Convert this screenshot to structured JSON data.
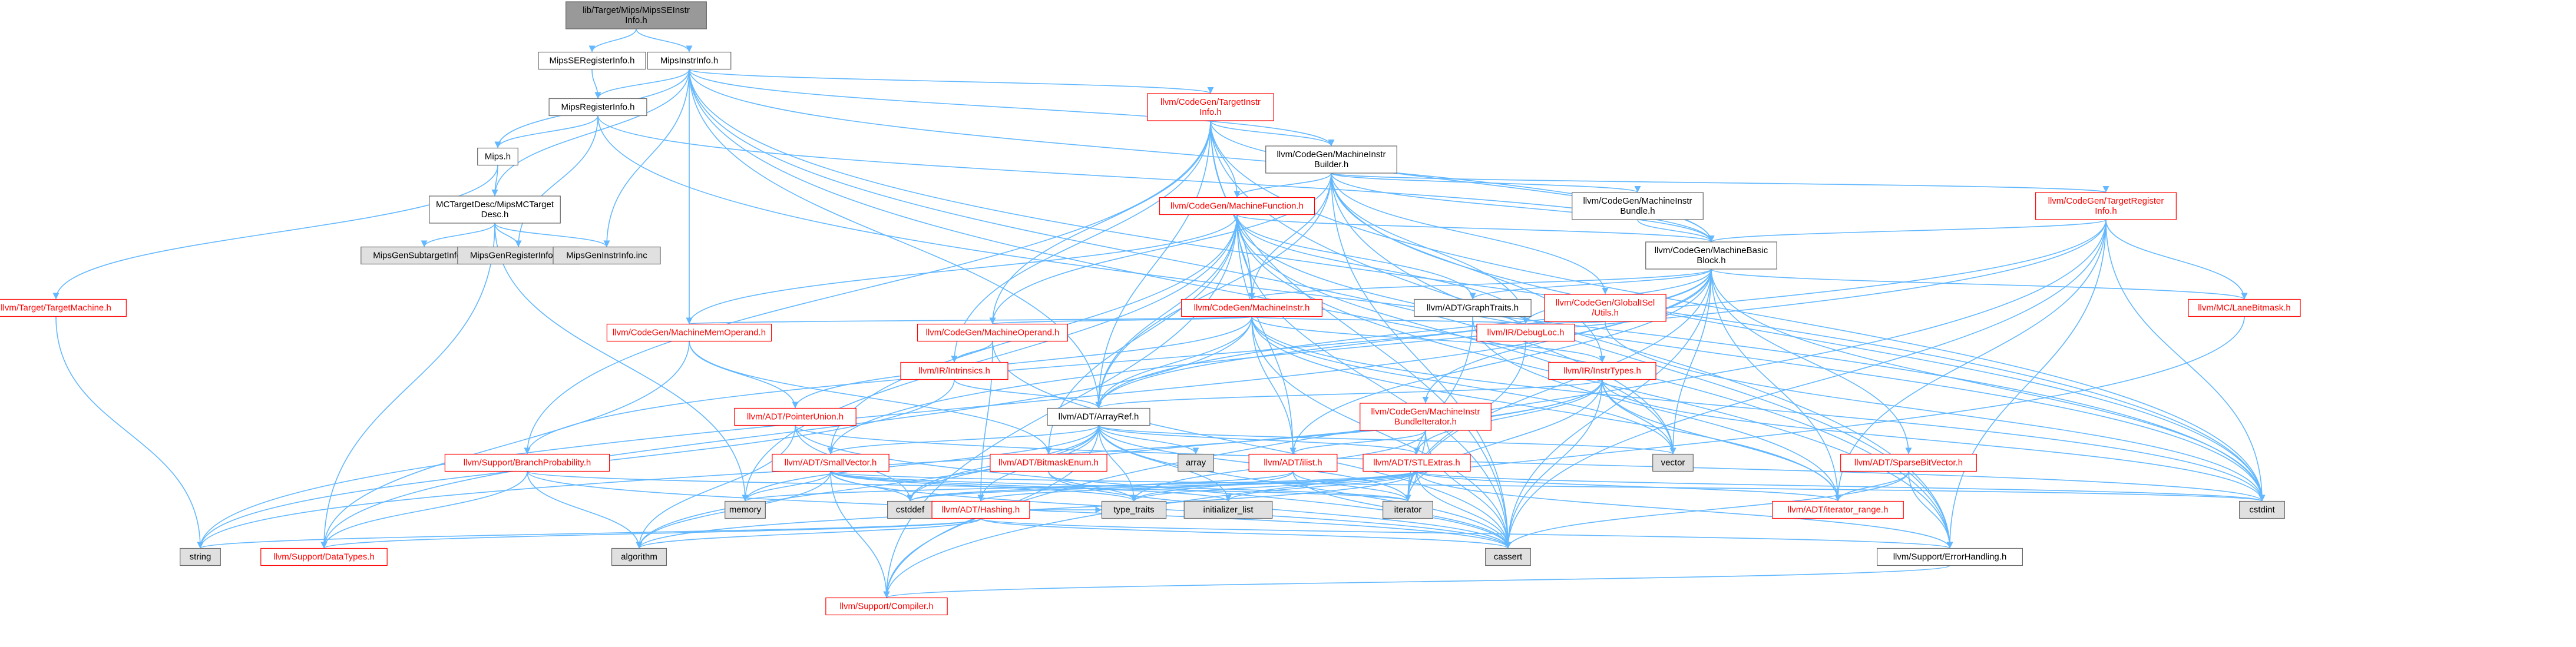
{
  "graph": {
    "colors": {
      "edge": "#63b8ff",
      "node_border_default": "#666666",
      "node_border_red": "#ff0000",
      "node_fill_default": "#ffffff",
      "node_fill_gray": "#e0e0e0",
      "node_fill_root": "#999999",
      "text_default": "#000000",
      "text_red": "#ff0000"
    },
    "nodes": [
      {
        "id": "root",
        "lines": [
          "lib/Target/Mips/MipsSEInstr",
          "Info.h"
        ],
        "style": "root"
      },
      {
        "id": "MipsSERegisterInfo",
        "lines": [
          "MipsSERegisterInfo.h"
        ],
        "style": "default"
      },
      {
        "id": "MipsInstrInfo",
        "lines": [
          "MipsInstrInfo.h"
        ],
        "style": "default"
      },
      {
        "id": "MipsRegisterInfo",
        "lines": [
          "MipsRegisterInfo.h"
        ],
        "style": "default"
      },
      {
        "id": "Mips",
        "lines": [
          "Mips.h"
        ],
        "style": "default"
      },
      {
        "id": "MCTargetDesc",
        "lines": [
          "MCTargetDesc/MipsMCTarget",
          "Desc.h"
        ],
        "style": "default"
      },
      {
        "id": "MipsGenSubtargetInfo",
        "lines": [
          "MipsGenSubtargetInfo.inc"
        ],
        "style": "gray"
      },
      {
        "id": "MipsGenRegisterInfo",
        "lines": [
          "MipsGenRegisterInfo.inc"
        ],
        "style": "gray"
      },
      {
        "id": "MipsGenInstrInfo",
        "lines": [
          "MipsGenInstrInfo.inc"
        ],
        "style": "gray"
      },
      {
        "id": "TargetMachine",
        "lines": [
          "llvm/Target/TargetMachine.h"
        ],
        "style": "red"
      },
      {
        "id": "TargetInstrInfo",
        "lines": [
          "llvm/CodeGen/TargetInstr",
          "Info.h"
        ],
        "style": "red"
      },
      {
        "id": "MachineInstrBuilder",
        "lines": [
          "llvm/CodeGen/MachineInstr",
          "Builder.h"
        ],
        "style": "default"
      },
      {
        "id": "MachineFunction",
        "lines": [
          "llvm/CodeGen/MachineFunction.h"
        ],
        "style": "red"
      },
      {
        "id": "MachineInstrBundle",
        "lines": [
          "llvm/CodeGen/MachineInstr",
          "Bundle.h"
        ],
        "style": "default"
      },
      {
        "id": "TargetRegisterInfo",
        "lines": [
          "llvm/CodeGen/TargetRegister",
          "Info.h"
        ],
        "style": "red"
      },
      {
        "id": "MachineBasicBlock",
        "lines": [
          "llvm/CodeGen/MachineBasic",
          "Block.h"
        ],
        "style": "default"
      },
      {
        "id": "MachineInstr",
        "lines": [
          "llvm/CodeGen/MachineInstr.h"
        ],
        "style": "red"
      },
      {
        "id": "GraphTraits",
        "lines": [
          "llvm/ADT/GraphTraits.h"
        ],
        "style": "default"
      },
      {
        "id": "GlobalISelUtils",
        "lines": [
          "llvm/CodeGen/GlobalISel",
          "/Utils.h"
        ],
        "style": "red"
      },
      {
        "id": "LaneBitmask",
        "lines": [
          "llvm/MC/LaneBitmask.h"
        ],
        "style": "red"
      },
      {
        "id": "MachineMemOperand",
        "lines": [
          "llvm/CodeGen/MachineMemOperand.h"
        ],
        "style": "red"
      },
      {
        "id": "MachineOperand",
        "lines": [
          "llvm/CodeGen/MachineOperand.h"
        ],
        "style": "red"
      },
      {
        "id": "DebugLoc",
        "lines": [
          "llvm/IR/DebugLoc.h"
        ],
        "style": "red"
      },
      {
        "id": "Intrinsics",
        "lines": [
          "llvm/IR/Intrinsics.h"
        ],
        "style": "red"
      },
      {
        "id": "InstrTypes",
        "lines": [
          "llvm/IR/InstrTypes.h"
        ],
        "style": "red"
      },
      {
        "id": "PointerUnion",
        "lines": [
          "llvm/ADT/PointerUnion.h"
        ],
        "style": "red"
      },
      {
        "id": "ArrayRef",
        "lines": [
          "llvm/ADT/ArrayRef.h"
        ],
        "style": "default"
      },
      {
        "id": "BundleIterator",
        "lines": [
          "llvm/CodeGen/MachineInstr",
          "BundleIterator.h"
        ],
        "style": "red"
      },
      {
        "id": "BranchProbability",
        "lines": [
          "llvm/Support/BranchProbability.h"
        ],
        "style": "red"
      },
      {
        "id": "SmallVector",
        "lines": [
          "llvm/ADT/SmallVector.h"
        ],
        "style": "red"
      },
      {
        "id": "BitmaskEnum",
        "lines": [
          "llvm/ADT/BitmaskEnum.h"
        ],
        "style": "red"
      },
      {
        "id": "array",
        "lines": [
          "array"
        ],
        "style": "gray"
      },
      {
        "id": "ilist",
        "lines": [
          "llvm/ADT/ilist.h"
        ],
        "style": "red"
      },
      {
        "id": "STLExtras",
        "lines": [
          "llvm/ADT/STLExtras.h"
        ],
        "style": "red"
      },
      {
        "id": "vector",
        "lines": [
          "vector"
        ],
        "style": "gray"
      },
      {
        "id": "SparseBitVector",
        "lines": [
          "llvm/ADT/SparseBitVector.h"
        ],
        "style": "red"
      },
      {
        "id": "memory",
        "lines": [
          "memory"
        ],
        "style": "gray"
      },
      {
        "id": "cstddef",
        "lines": [
          "cstddef"
        ],
        "style": "gray"
      },
      {
        "id": "type_traits",
        "lines": [
          "type_traits"
        ],
        "style": "gray"
      },
      {
        "id": "initializer_list",
        "lines": [
          "initializer_list"
        ],
        "style": "gray"
      },
      {
        "id": "iterator",
        "lines": [
          "iterator"
        ],
        "style": "gray"
      },
      {
        "id": "Hashing",
        "lines": [
          "llvm/ADT/Hashing.h"
        ],
        "style": "red"
      },
      {
        "id": "iterator_range",
        "lines": [
          "llvm/ADT/iterator_range.h"
        ],
        "style": "red"
      },
      {
        "id": "cstdint",
        "lines": [
          "cstdint"
        ],
        "style": "gray"
      },
      {
        "id": "string",
        "lines": [
          "string"
        ],
        "style": "gray"
      },
      {
        "id": "DataTypes",
        "lines": [
          "llvm/Support/DataTypes.h"
        ],
        "style": "red"
      },
      {
        "id": "algorithm",
        "lines": [
          "algorithm"
        ],
        "style": "gray"
      },
      {
        "id": "cassert",
        "lines": [
          "cassert"
        ],
        "style": "gray"
      },
      {
        "id": "ErrorHandling",
        "lines": [
          "llvm/Support/ErrorHandling.h"
        ],
        "style": "default"
      },
      {
        "id": "Compiler",
        "lines": [
          "llvm/Support/Compiler.h"
        ],
        "style": "red"
      }
    ],
    "edges": [
      [
        "root",
        "MipsSERegisterInfo"
      ],
      [
        "root",
        "MipsInstrInfo"
      ],
      [
        "MipsSERegisterInfo",
        "MipsRegisterInfo"
      ],
      [
        "MipsInstrInfo",
        "MipsRegisterInfo"
      ],
      [
        "MipsInstrInfo",
        "Mips"
      ],
      [
        "MipsInstrInfo",
        "MCTargetDesc"
      ],
      [
        "MipsInstrInfo",
        "MipsGenInstrInfo"
      ],
      [
        "MipsInstrInfo",
        "TargetInstrInfo"
      ],
      [
        "MipsInstrInfo",
        "MachineInstrBuilder"
      ],
      [
        "MipsInstrInfo",
        "MachineBasicBlock"
      ],
      [
        "MipsInstrInfo",
        "MachineMemOperand"
      ],
      [
        "MipsInstrInfo",
        "ArrayRef"
      ],
      [
        "MipsInstrInfo",
        "cstdint"
      ],
      [
        "MipsInstrInfo",
        "ErrorHandling"
      ],
      [
        "MipsInstrInfo",
        "vector"
      ],
      [
        "MipsRegisterInfo",
        "Mips"
      ],
      [
        "MipsRegisterInfo",
        "MipsGenRegisterInfo"
      ],
      [
        "MipsRegisterInfo",
        "MachineBasicBlock"
      ],
      [
        "MipsRegisterInfo",
        "cstdint"
      ],
      [
        "Mips",
        "MCTargetDesc"
      ],
      [
        "Mips",
        "TargetMachine"
      ],
      [
        "MCTargetDesc",
        "MipsGenSubtargetInfo"
      ],
      [
        "MCTargetDesc",
        "MipsGenRegisterInfo"
      ],
      [
        "MCTargetDesc",
        "MipsGenInstrInfo"
      ],
      [
        "MCTargetDesc",
        "DataTypes"
      ],
      [
        "MCTargetDesc",
        "memory"
      ],
      [
        "TargetMachine",
        "string"
      ],
      [
        "TargetInstrInfo",
        "MachineInstrBuilder"
      ],
      [
        "TargetInstrInfo",
        "MachineFunction"
      ],
      [
        "TargetInstrInfo",
        "MachineBasicBlock"
      ],
      [
        "TargetInstrInfo",
        "MachineInstr"
      ],
      [
        "TargetInstrInfo",
        "MachineOperand"
      ],
      [
        "TargetInstrInfo",
        "ArrayRef"
      ],
      [
        "TargetInstrInfo",
        "BranchProbability"
      ],
      [
        "TargetInstrInfo",
        "ErrorHandling"
      ],
      [
        "TargetInstrInfo",
        "cassert"
      ],
      [
        "TargetInstrInfo",
        "cstdint"
      ],
      [
        "TargetInstrInfo",
        "Intrinsics"
      ],
      [
        "MachineInstrBuilder",
        "MachineFunction"
      ],
      [
        "MachineInstrBuilder",
        "MachineInstrBundle"
      ],
      [
        "MachineInstrBuilder",
        "TargetRegisterInfo"
      ],
      [
        "MachineInstrBuilder",
        "MachineBasicBlock"
      ],
      [
        "MachineInstrBuilder",
        "MachineInstr"
      ],
      [
        "MachineInstrBuilder",
        "MachineOperand"
      ],
      [
        "MachineInstrBuilder",
        "GlobalISelUtils"
      ],
      [
        "MachineInstrBuilder",
        "DebugLoc"
      ],
      [
        "MachineInstrBuilder",
        "InstrTypes"
      ],
      [
        "MachineInstrBuilder",
        "ErrorHandling"
      ],
      [
        "MachineInstrBuilder",
        "cassert"
      ],
      [
        "MachineInstrBuilder",
        "cstdint"
      ],
      [
        "MachineInstrBuilder",
        "ArrayRef"
      ],
      [
        "MachineFunction",
        "MachineBasicBlock"
      ],
      [
        "MachineFunction",
        "MachineInstr"
      ],
      [
        "MachineFunction",
        "MachineMemOperand"
      ],
      [
        "MachineFunction",
        "ArrayRef"
      ],
      [
        "MachineFunction",
        "SmallVector"
      ],
      [
        "MachineFunction",
        "ilist"
      ],
      [
        "MachineFunction",
        "GraphTraits"
      ],
      [
        "MachineFunction",
        "DebugLoc"
      ],
      [
        "MachineFunction",
        "ErrorHandling"
      ],
      [
        "MachineFunction",
        "Compiler"
      ],
      [
        "MachineFunction",
        "cassert"
      ],
      [
        "MachineFunction",
        "cstdint"
      ],
      [
        "MachineFunction",
        "vector"
      ],
      [
        "MachineFunction",
        "memory"
      ],
      [
        "MachineFunction",
        "BitmaskEnum"
      ],
      [
        "MachineInstrBundle",
        "MachineBasicBlock"
      ],
      [
        "TargetRegisterInfo",
        "MachineBasicBlock"
      ],
      [
        "TargetRegisterInfo",
        "LaneBitmask"
      ],
      [
        "TargetRegisterInfo",
        "ArrayRef"
      ],
      [
        "TargetRegisterInfo",
        "SmallVector"
      ],
      [
        "TargetRegisterInfo",
        "iterator_range"
      ],
      [
        "TargetRegisterInfo",
        "ErrorHandling"
      ],
      [
        "TargetRegisterInfo",
        "cassert"
      ],
      [
        "TargetRegisterInfo",
        "cstdint"
      ],
      [
        "TargetRegisterInfo",
        "Compiler"
      ],
      [
        "MachineBasicBlock",
        "MachineInstr"
      ],
      [
        "MachineBasicBlock",
        "GraphTraits"
      ],
      [
        "MachineBasicBlock",
        "BundleIterator"
      ],
      [
        "MachineBasicBlock",
        "SparseBitVector"
      ],
      [
        "MachineBasicBlock",
        "ilist"
      ],
      [
        "MachineBasicBlock",
        "iterator_range"
      ],
      [
        "MachineBasicBlock",
        "LaneBitmask"
      ],
      [
        "MachineBasicBlock",
        "DebugLoc"
      ],
      [
        "MachineBasicBlock",
        "BranchProbability"
      ],
      [
        "MachineBasicBlock",
        "cassert"
      ],
      [
        "MachineBasicBlock",
        "cstdint"
      ],
      [
        "MachineBasicBlock",
        "iterator"
      ],
      [
        "MachineBasicBlock",
        "string"
      ],
      [
        "MachineBasicBlock",
        "vector"
      ],
      [
        "MachineBasicBlock",
        "ArrayRef"
      ],
      [
        "MachineInstr",
        "MachineMemOperand"
      ],
      [
        "MachineInstr",
        "MachineOperand"
      ],
      [
        "MachineInstr",
        "DebugLoc"
      ],
      [
        "MachineInstr",
        "InstrTypes"
      ],
      [
        "MachineInstr",
        "ArrayRef"
      ],
      [
        "MachineInstr",
        "ilist"
      ],
      [
        "MachineInstr",
        "iterator_range"
      ],
      [
        "MachineInstr",
        "cassert"
      ],
      [
        "MachineInstr",
        "cstdint"
      ],
      [
        "MachineInstr",
        "vector"
      ],
      [
        "MachineInstr",
        "DataTypes"
      ],
      [
        "MachineInstr",
        "PointerUnion"
      ],
      [
        "GraphTraits",
        "iterator"
      ],
      [
        "GraphTraits",
        "iterator_range"
      ],
      [
        "GlobalISelUtils",
        "DebugLoc"
      ],
      [
        "GlobalISelUtils",
        "cstdint"
      ],
      [
        "LaneBitmask",
        "Compiler"
      ],
      [
        "MachineMemOperand",
        "PointerUnion"
      ],
      [
        "MachineMemOperand",
        "BitmaskEnum"
      ],
      [
        "MachineMemOperand",
        "DataTypes"
      ],
      [
        "MachineOperand",
        "Intrinsics"
      ],
      [
        "MachineOperand",
        "cassert"
      ],
      [
        "MachineOperand",
        "Hashing"
      ],
      [
        "DebugLoc",
        "iterator"
      ],
      [
        "Intrinsics",
        "ArrayRef"
      ],
      [
        "Intrinsics",
        "string"
      ],
      [
        "InstrTypes",
        "ArrayRef"
      ],
      [
        "InstrTypes",
        "STLExtras"
      ],
      [
        "InstrTypes",
        "iterator_range"
      ],
      [
        "InstrTypes",
        "cassert"
      ],
      [
        "InstrTypes",
        "cstddef"
      ],
      [
        "InstrTypes",
        "cstdint"
      ],
      [
        "InstrTypes",
        "iterator"
      ],
      [
        "InstrTypes",
        "string"
      ],
      [
        "InstrTypes",
        "vector"
      ],
      [
        "PointerUnion",
        "cassert"
      ],
      [
        "PointerUnion",
        "cstddef"
      ],
      [
        "PointerUnion",
        "cstdint"
      ],
      [
        "PointerUnion",
        "algorithm"
      ],
      [
        "ArrayRef",
        "Hashing"
      ],
      [
        "ArrayRef",
        "SmallVector"
      ],
      [
        "ArrayRef",
        "STLExtras"
      ],
      [
        "ArrayRef",
        "Compiler"
      ],
      [
        "ArrayRef",
        "algorithm"
      ],
      [
        "ArrayRef",
        "array"
      ],
      [
        "ArrayRef",
        "cassert"
      ],
      [
        "ArrayRef",
        "cstddef"
      ],
      [
        "ArrayRef",
        "initializer_list"
      ],
      [
        "ArrayRef",
        "iterator"
      ],
      [
        "ArrayRef",
        "memory"
      ],
      [
        "ArrayRef",
        "type_traits"
      ],
      [
        "ArrayRef",
        "vector"
      ],
      [
        "BundleIterator",
        "ilist"
      ],
      [
        "BundleIterator",
        "cassert"
      ],
      [
        "BundleIterator",
        "iterator"
      ],
      [
        "BundleIterator",
        "type_traits"
      ],
      [
        "BranchProbability",
        "DataTypes"
      ],
      [
        "BranchProbability",
        "algorithm"
      ],
      [
        "BranchProbability",
        "cassert"
      ],
      [
        "BranchProbability",
        "iterator"
      ],
      [
        "BranchProbability",
        "numeric"
      ],
      [
        "SmallVector",
        "Compiler"
      ],
      [
        "SmallVector",
        "algorithm"
      ],
      [
        "SmallVector",
        "cassert"
      ],
      [
        "SmallVector",
        "cstddef"
      ],
      [
        "SmallVector",
        "initializer_list"
      ],
      [
        "SmallVector",
        "iterator"
      ],
      [
        "SmallVector",
        "memory"
      ],
      [
        "SmallVector",
        "type_traits"
      ],
      [
        "SmallVector",
        "cstdint"
      ],
      [
        "BitmaskEnum",
        "cassert"
      ],
      [
        "BitmaskEnum",
        "type_traits"
      ],
      [
        "ilist",
        "cassert"
      ],
      [
        "ilist",
        "cstddef"
      ],
      [
        "ilist",
        "iterator"
      ],
      [
        "ilist",
        "type_traits"
      ],
      [
        "STLExtras",
        "Hashing"
      ],
      [
        "STLExtras",
        "iterator_range"
      ],
      [
        "STLExtras",
        "ErrorHandling"
      ],
      [
        "STLExtras",
        "algorithm"
      ],
      [
        "STLExtras",
        "cassert"
      ],
      [
        "STLExtras",
        "cstddef"
      ],
      [
        "STLExtras",
        "cstdint"
      ],
      [
        "STLExtras",
        "initializer_list"
      ],
      [
        "STLExtras",
        "iterator"
      ],
      [
        "STLExtras",
        "memory"
      ],
      [
        "STLExtras",
        "type_traits"
      ],
      [
        "SparseBitVector",
        "ErrorHandling"
      ],
      [
        "SparseBitVector",
        "cassert"
      ],
      [
        "SparseBitVector",
        "iterator_range"
      ],
      [
        "Hashing",
        "ErrorHandling"
      ],
      [
        "Hashing",
        "DataTypes"
      ],
      [
        "Hashing",
        "algorithm"
      ],
      [
        "Hashing",
        "cassert"
      ],
      [
        "Hashing",
        "string"
      ],
      [
        "Hashing",
        "type_traits"
      ],
      [
        "ErrorHandling",
        "Compiler"
      ]
    ]
  }
}
